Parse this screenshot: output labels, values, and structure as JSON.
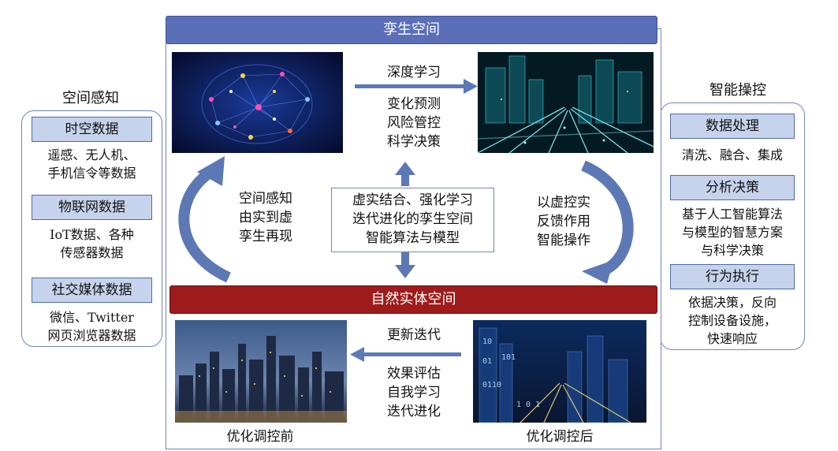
{
  "colors": {
    "twin_banner": "#5b6fb8",
    "entity_banner": "#9e1b1b",
    "category_fill": "#c6d3ec",
    "box_border": "#6f87b8",
    "arrow": "#5c79b5"
  },
  "left_panel": {
    "title": "空间感知",
    "categories": [
      {
        "label": "时空数据",
        "desc": [
          "遥感、无人机、",
          "手机信令等数据"
        ]
      },
      {
        "label": "物联网数据",
        "desc": [
          "IoT数据、各种",
          "传感器数据"
        ]
      },
      {
        "label": "社交媒体数据",
        "desc": [
          "微信、Twitter",
          "网页浏览器数据"
        ]
      }
    ]
  },
  "right_panel": {
    "title": "智能操控",
    "categories": [
      {
        "label": "数据处理",
        "desc": [
          "清洗、融合、集成"
        ]
      },
      {
        "label": "分析决策",
        "desc": [
          "基于人工智能算法",
          "与模型的智慧方案",
          "与科学决策"
        ]
      },
      {
        "label": "行为执行",
        "desc": [
          "依据决策，反向",
          "控制设备设施，",
          "快速响应"
        ]
      }
    ]
  },
  "twin_space": {
    "banner": "孪生空间",
    "arrow_label": "深度学习",
    "outcomes": [
      "变化预测",
      "风险管控",
      "科学决策"
    ]
  },
  "center": {
    "core_box": [
      "虚实结合、强化学习",
      "迭代进化的孪生空间",
      "智能算法与模型"
    ],
    "left_cycle": [
      "空间感知",
      "由实到虚",
      "孪生再现"
    ],
    "right_cycle": [
      "以虚控实",
      "反馈作用",
      "智能操作"
    ]
  },
  "entity_space": {
    "banner": "自然实体空间",
    "arrow_label": "更新迭代",
    "process": [
      "效果评估",
      "自我学习",
      "迭代进化"
    ],
    "caption_left": "优化调控前",
    "caption_right": "优化调控后"
  }
}
